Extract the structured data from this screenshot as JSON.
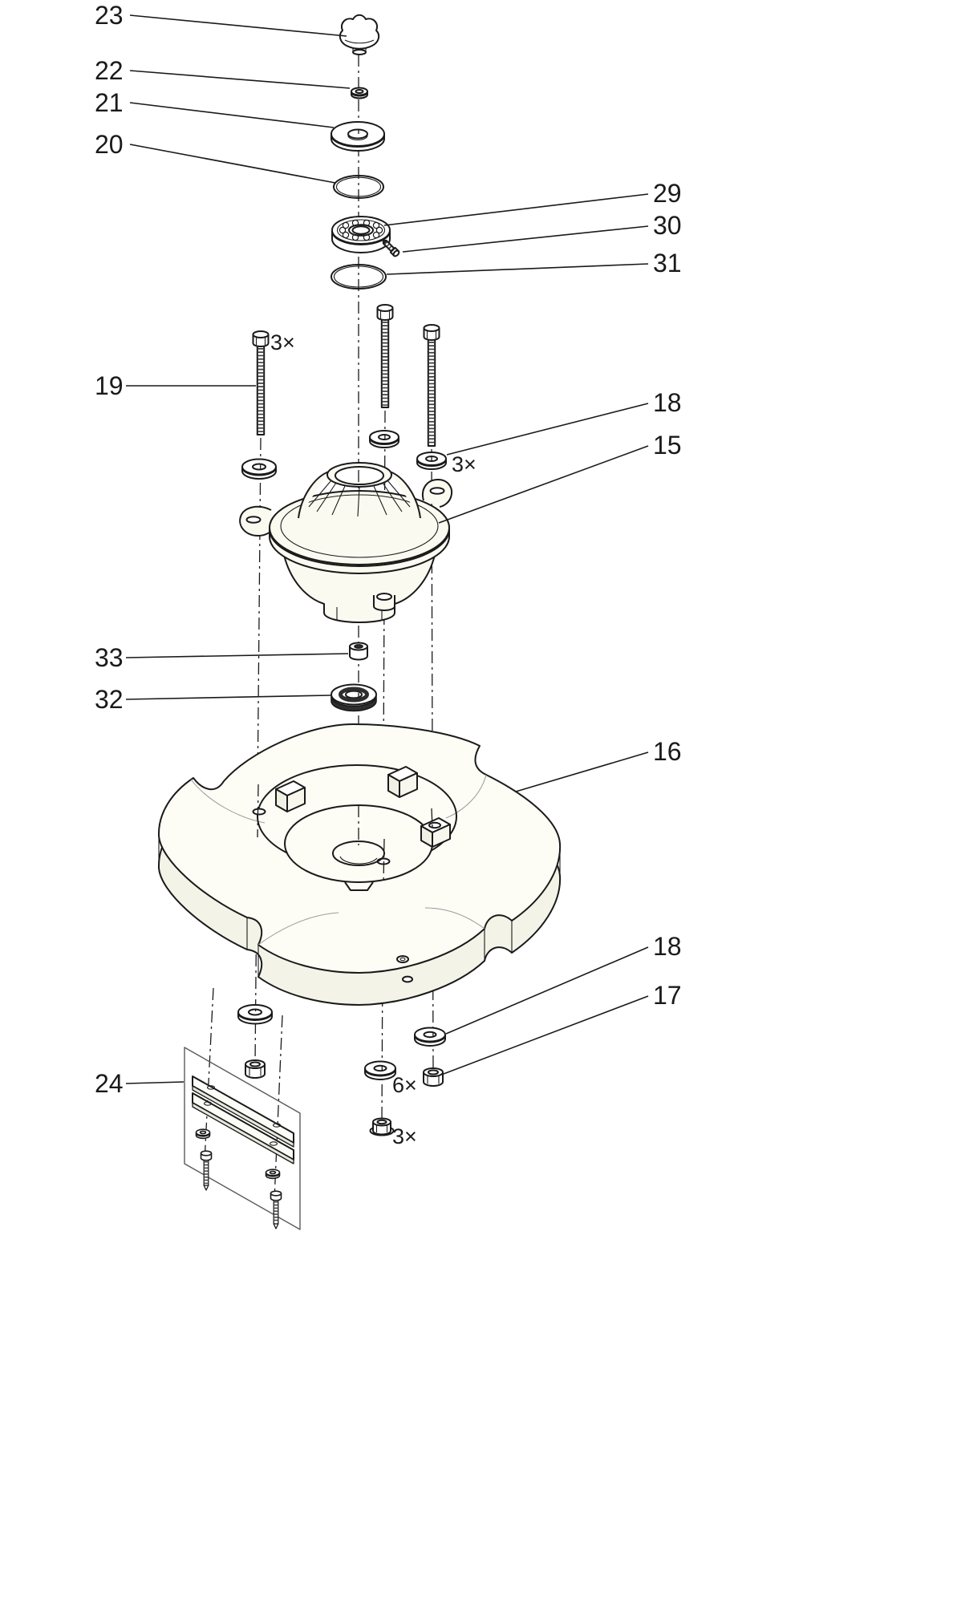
{
  "diagram": {
    "type": "exploded-parts-diagram",
    "background": "#ffffff",
    "line_color": "#1a1a1a",
    "casting_tint": "#fbfaf1",
    "labels": [
      {
        "part": "23",
        "text": "23"
      },
      {
        "part": "22",
        "text": "22"
      },
      {
        "part": "21",
        "text": "21"
      },
      {
        "part": "20",
        "text": "20"
      },
      {
        "part": "29",
        "text": "29"
      },
      {
        "part": "30",
        "text": "30"
      },
      {
        "part": "31",
        "text": "31"
      },
      {
        "part": "19",
        "text": "19"
      },
      {
        "part": "18-top",
        "text": "18"
      },
      {
        "part": "15",
        "text": "15"
      },
      {
        "part": "33",
        "text": "33"
      },
      {
        "part": "32",
        "text": "32"
      },
      {
        "part": "16",
        "text": "16"
      },
      {
        "part": "18-bottom",
        "text": "18"
      },
      {
        "part": "17",
        "text": "17"
      },
      {
        "part": "24",
        "text": "24"
      }
    ],
    "quantities": [
      {
        "for": "bolts-19",
        "text": "3×"
      },
      {
        "for": "washers-18-top",
        "text": "3×"
      },
      {
        "for": "washers-18-bottom",
        "text": "6×"
      },
      {
        "for": "nuts-17-bottom",
        "text": "3×"
      }
    ]
  }
}
